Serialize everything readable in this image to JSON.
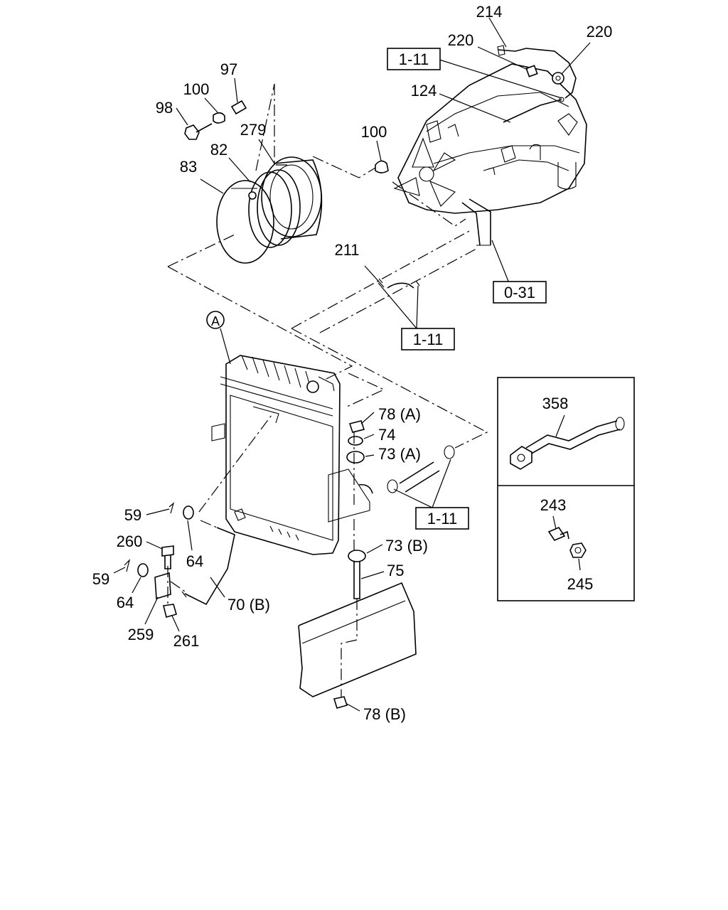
{
  "labels": {
    "p214": "214",
    "p220a": "220",
    "p220b": "220",
    "p97": "97",
    "p100a": "100",
    "p98": "98",
    "p279": "279",
    "p82": "82",
    "p83": "83",
    "p124": "124",
    "p100b": "100",
    "p211": "211",
    "pA": "A",
    "p78a": "78 (A)",
    "p74": "74",
    "p73a": "73 (A)",
    "p358": "358",
    "p243": "243",
    "p245": "245",
    "p59a": "59",
    "p64a": "64",
    "p260": "260",
    "p59b": "59",
    "p64b": "64",
    "p259": "259",
    "p261": "261",
    "p70b": "70 (B)",
    "p73b": "73 (B)",
    "p75": "75",
    "p78b": "78 (B)"
  },
  "refs": {
    "r111a": "1-11",
    "r031": "0-31",
    "r111b": "1-11",
    "r111c": "1-11"
  }
}
